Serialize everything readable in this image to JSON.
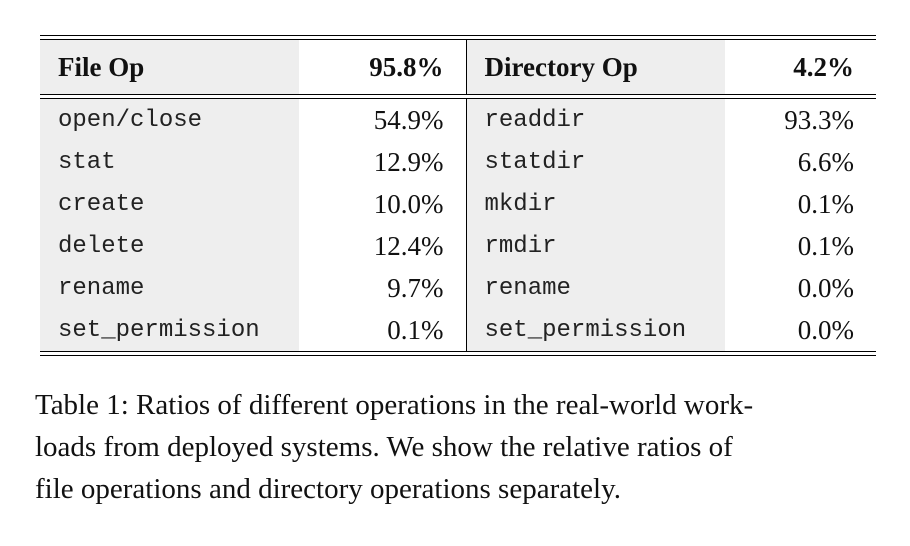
{
  "table": {
    "header": {
      "file_op": "File Op",
      "file_pct": "95.8%",
      "dir_op": "Directory Op",
      "dir_pct": "4.2%"
    },
    "rows": [
      {
        "file_op": "open/close",
        "file_pct": "54.9%",
        "dir_op": "readdir",
        "dir_pct": "93.3%"
      },
      {
        "file_op": "stat",
        "file_pct": "12.9%",
        "dir_op": "statdir",
        "dir_pct": "6.6%"
      },
      {
        "file_op": "create",
        "file_pct": "10.0%",
        "dir_op": "mkdir",
        "dir_pct": "0.1%"
      },
      {
        "file_op": "delete",
        "file_pct": "12.4%",
        "dir_op": "rmdir",
        "dir_pct": "0.1%"
      },
      {
        "file_op": "rename",
        "file_pct": "9.7%",
        "dir_op": "rename",
        "dir_pct": "0.0%"
      },
      {
        "file_op": "set_permission",
        "file_pct": "0.1%",
        "dir_op": "set_permission",
        "dir_pct": "0.0%"
      }
    ]
  },
  "caption": {
    "line1": "Table 1:  Ratios of different operations in the real-world work-",
    "line2": "loads from deployed systems. We show the relative ratios of",
    "line3": "file operations and directory operations separately."
  }
}
